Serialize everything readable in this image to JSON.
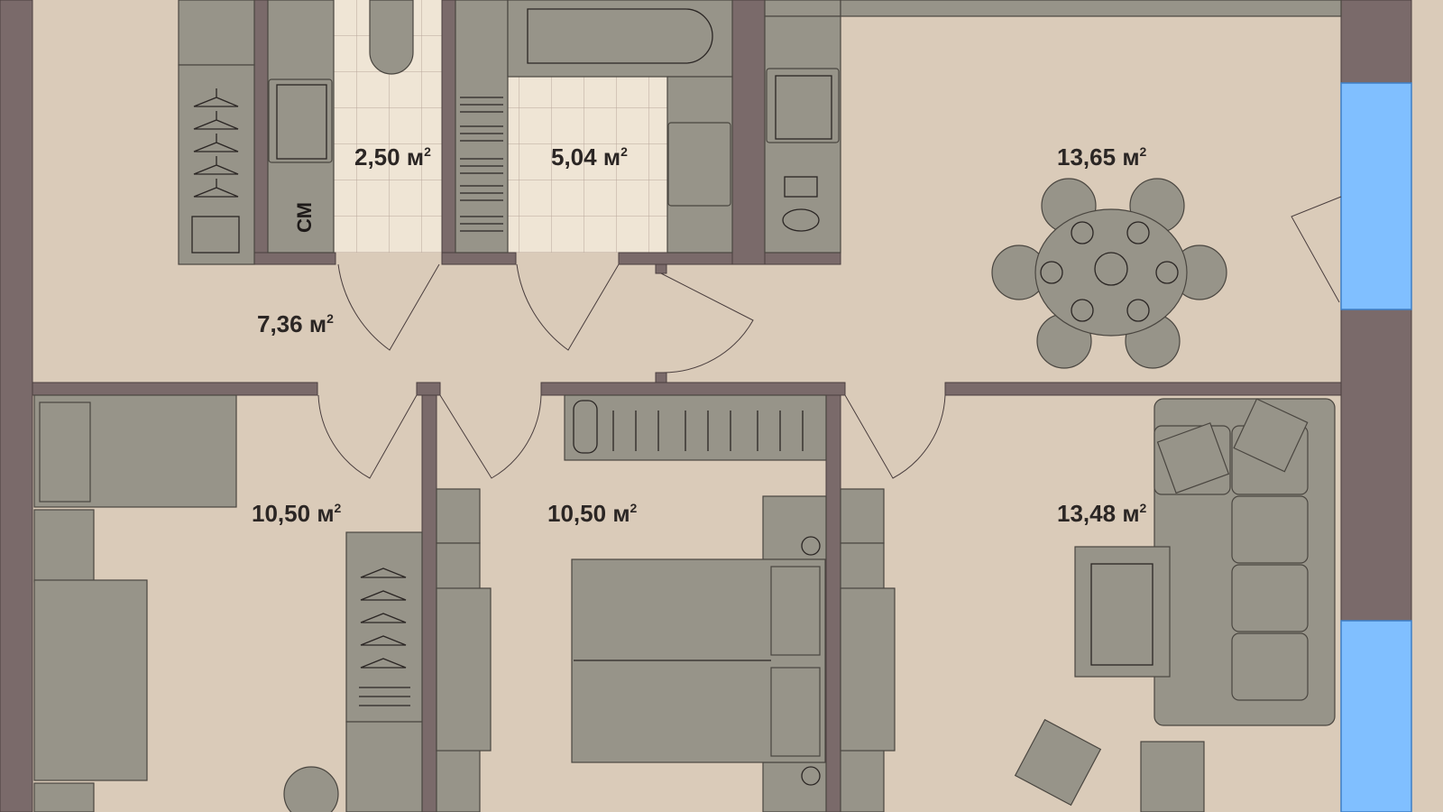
{
  "plan": {
    "unit": "м",
    "unit_power": "2",
    "rooms": [
      {
        "id": "wc",
        "area": "2,50"
      },
      {
        "id": "bathroom",
        "area": "5,04"
      },
      {
        "id": "kitchen-dining",
        "area": "13,65"
      },
      {
        "id": "hallway",
        "area": "7,36"
      },
      {
        "id": "bedroom-left",
        "area": "10,50"
      },
      {
        "id": "bedroom-middle",
        "area": "10,50"
      },
      {
        "id": "living-room",
        "area": "13,48"
      }
    ],
    "washing_machine_label": "СМ"
  },
  "colors": {
    "floor": "#dacbb9",
    "wall": "#7a6a6a",
    "furniture": "#979489",
    "window": "#80bfff",
    "tile": "#efe5d5"
  }
}
